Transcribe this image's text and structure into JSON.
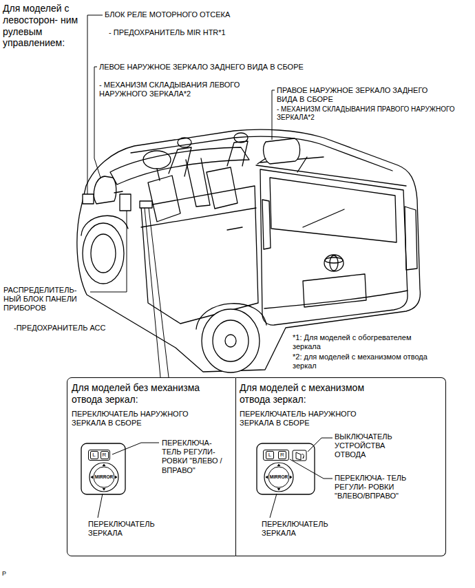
{
  "diagram": {
    "nodes": [
      {
        "text": [
          "Для моделей без механизма отвода зеркал:",
          "ПЕРЕКЛЮЧАТЕЛЬ НАРУЖНОГО ЗЕРКАЛА В СБОРЕ"
        ]
      },
      {
        "text": [
          "L",
          "R"
        ],
        "in": 0
      },
      {
        "text": [
          "MIRROR"
        ],
        "in": 0
      },
      {
        "text": [
          "Для моделей с механизмом отвода зеркал:",
          "ПЕРЕКЛЮЧАТЕЛЬ НАРУЖНОГО ЗЕРКАЛА В СБОРЕ"
        ]
      },
      {
        "text": [
          "L",
          "R"
        ],
        "in": 3
      },
      {
        "text": [
          "MIRROR"
        ],
        "in": 3
      }
    ],
    "labels": [
      "Для моделей с левосторон- ним рулевым управлением:",
      "БЛОК РЕЛЕ МОТОРНОГО ОТСЕКА",
      "- ПРЕДОХРАНИТЕЛЬ MIR HTR*1",
      "ЛЕВОЕ НАРУЖНОЕ ЗЕРКАЛО ЗАДНЕГО ВИДА В СБОРЕ",
      "- МЕХАНИЗМ СКЛАДЫВАНИЯ ЛЕВОГО НАРУЖНОГО ЗЕРКАЛА*2",
      "ПРАВОЕ НАРУЖНОЕ ЗЕРКАЛО ЗАДНЕГО ВИДА В СБОРЕ",
      "- МЕХАНИЗМ СКЛАДЫВАНИЯ ПРАВОГО НАРУЖНОГО ЗЕРКАЛА*2",
      "РАСПРЕДЕЛИТЕЛЬ- НЫЙ БЛОК ПАНЕЛИ ПРИБОРОВ",
      "-ПРЕДОХРАНИТЕЛЬ АСС",
      "*1: Для моделей с обогревателем зеркала",
      "*2: для моделей с механизмом отвода зеркал",
      "ПЕРЕКЛЮЧА- ТЕЛЬ РЕГУЛИ- РОВКИ \"ВЛЕВО /ВПРАВО\"",
      "ПЕРЕКЛЮЧАТЕЛЬ ЗЕРКАЛА",
      "ВЫКЛЮЧАТЕЛЬ УСТРОЙСТВА ОТВОДА",
      "ПЕРЕКЛЮЧА- ТЕЛЬ РЕГУЛИ- РОВКИ \"ВЛЕВО/ВПРАВО\"",
      "ПЕРЕКЛЮЧАТЕЛЬ ЗЕРКАЛА",
      "P"
    ]
  }
}
